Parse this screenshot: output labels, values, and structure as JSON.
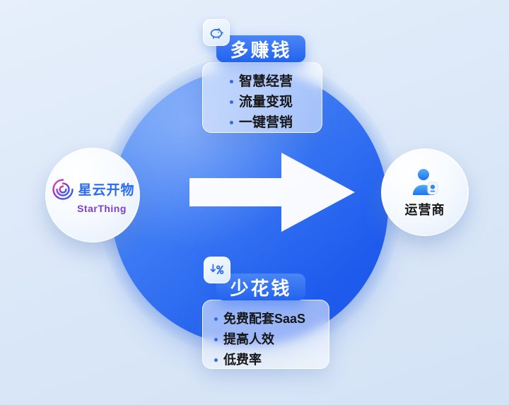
{
  "brand_node": {
    "name": "星云开物",
    "subtitle": "StarThing",
    "icon": "starthing-spiral-logo"
  },
  "target_node": {
    "label": "运营商",
    "icon": "person-icon"
  },
  "top_card": {
    "title": "多赚钱",
    "icon": "piggy-bank-icon",
    "items": [
      "智慧经营",
      "流量变现",
      "一键营销"
    ]
  },
  "bottom_card": {
    "title": "少花钱",
    "icon": "discount-down-icon",
    "items": [
      "免费配套SaaS",
      "提高人效",
      "低费率"
    ]
  },
  "colors": {
    "accent_blue": "#2e6cf1",
    "circle_gradient_start": "#6aa0f8",
    "circle_gradient_end": "#1b55e6",
    "background": "#dae7f8",
    "brand_text": "#2b6bf2",
    "brand_sub_text": "#7b3fd4"
  }
}
